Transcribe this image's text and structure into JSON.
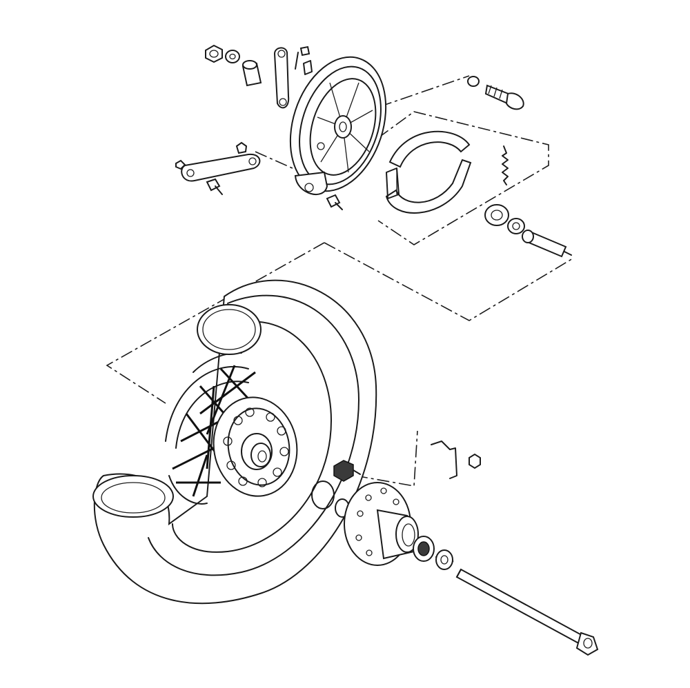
{
  "diagram": {
    "highlight_color": "#4a4a4a",
    "line_color": "#1a1a1a",
    "parts": [
      "brake-panel",
      "brake-shoes",
      "brake-spring",
      "brake-cam",
      "cam-lever",
      "torque-link",
      "wheel-rim",
      "tire",
      "hub",
      "spokes",
      "collar",
      "bearing",
      "driven-flange",
      "o-ring",
      "damper",
      "lock-washer",
      "axle",
      "highlighted-part"
    ]
  }
}
